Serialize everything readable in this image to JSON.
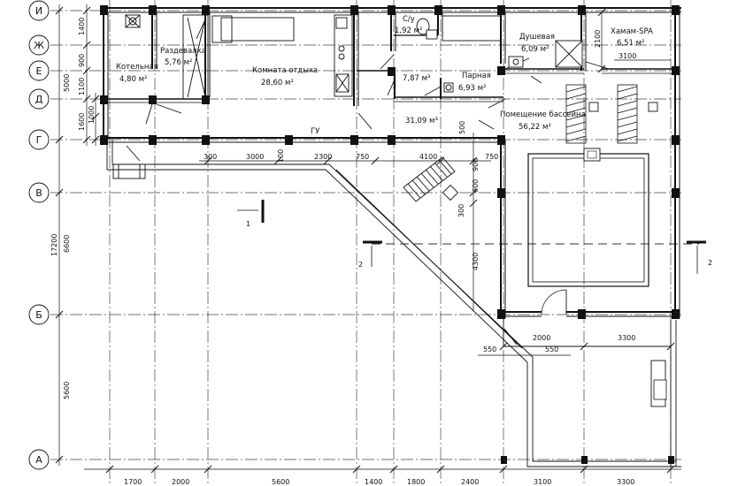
{
  "axes": {
    "row_labels": [
      "И",
      "Ж",
      "Е",
      "Д",
      "Г",
      "В",
      "Б",
      "А"
    ]
  },
  "rooms": {
    "boiler": {
      "name": "Котельная",
      "area": "4,80 м²"
    },
    "changing": {
      "name": "Раздевалка",
      "area": "5,76 м²"
    },
    "lounge": {
      "name": "Комната отдыха",
      "area": "28,60 м²"
    },
    "wc": {
      "name": "С/у",
      "area": "1,92 м²"
    },
    "shower": {
      "name": "Душевая",
      "area": "6,09 м²"
    },
    "hamam": {
      "name": "Хамам-SPA",
      "area": "6,51 м²"
    },
    "steam": {
      "name": "Парная",
      "area": "6,93 м²"
    },
    "volume_787": "7,87 м³",
    "volume_3109": "31,09 м³",
    "pool": {
      "name": "Помещение бассейна",
      "area": "56,22 м²"
    }
  },
  "labels": {
    "gu": "ГУ",
    "section_1": "1",
    "section_2a": "2",
    "section_2b": "2"
  },
  "dims_left": {
    "d1400": "1400",
    "d900": "900",
    "d5000": "5000",
    "d1100": "1100",
    "d1600": "1600",
    "d1000": "1000",
    "d17200": "17200",
    "d6600": "6600",
    "d5600": "5600"
  },
  "dims_top": {
    "d300a": "300",
    "d3000": "3000",
    "d100": "100",
    "d2300": "2300",
    "d750a": "750",
    "d4100": "4100",
    "d750b": "750",
    "d500": "500",
    "d900": "900",
    "d600": "600",
    "d300b": "300",
    "d4300": "4300",
    "d2100": "2100",
    "d3100": "3100"
  },
  "dims_bottom": {
    "d1700": "1700",
    "d2000": "2000",
    "d5600": "5600",
    "d1400": "1400",
    "d1800": "1800",
    "d2400": "2400",
    "d3100": "3100",
    "d3300": "3300"
  },
  "dims_terrace": {
    "d2000": "2000",
    "d3300": "3300",
    "d550a": "550",
    "d550b": "550"
  }
}
